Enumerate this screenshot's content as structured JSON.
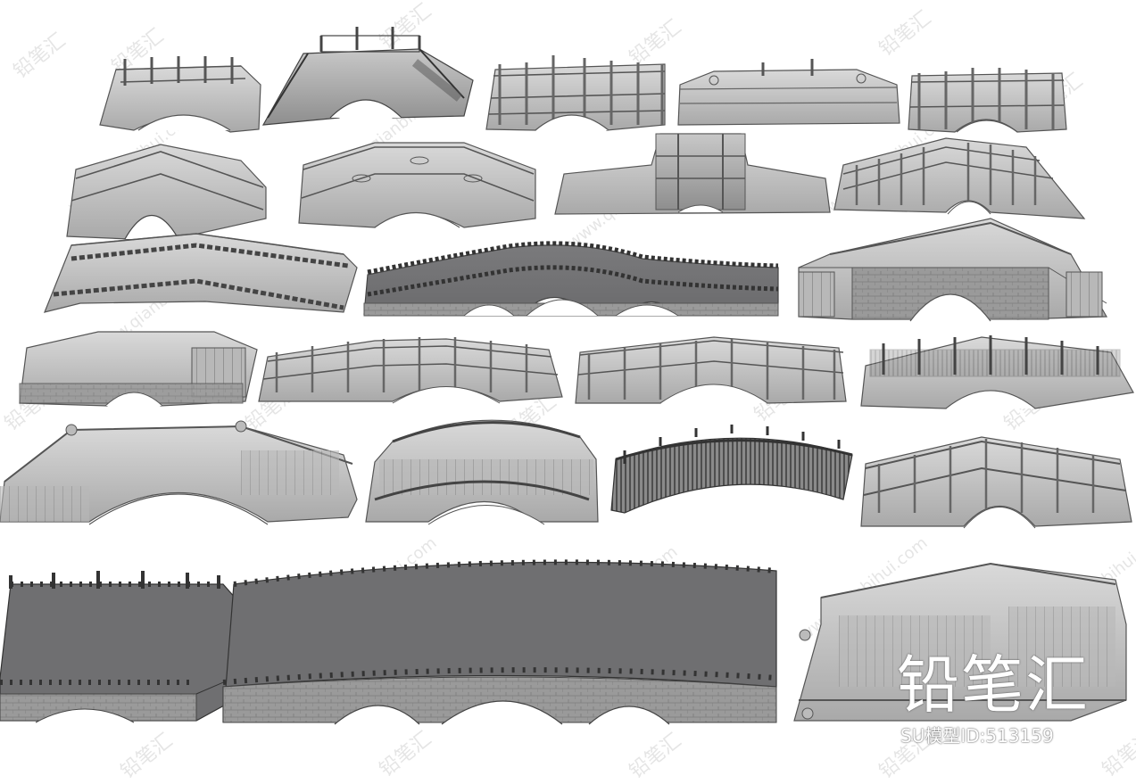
{
  "watermark": {
    "text": "铅笔汇",
    "url_text": "www.qianbihui.com"
  },
  "brand": {
    "title": "铅笔汇",
    "model_id": "SU模型ID:513159"
  },
  "bridges": [
    {
      "style": "stone-arch-balustrade"
    },
    {
      "style": "stepped-arch-lattice-rail"
    },
    {
      "style": "post-rail-arch"
    },
    {
      "style": "flat-low-arch"
    },
    {
      "style": "post-rail-arch"
    },
    {
      "style": "stone-arch-tall"
    },
    {
      "style": "carved-panel-arch"
    },
    {
      "style": "pavilion-deck"
    },
    {
      "style": "ornate-long-arch"
    },
    {
      "style": "ornate-curved-railing"
    },
    {
      "style": "wavy-multi-arch"
    },
    {
      "style": "stepped-stone-arch"
    },
    {
      "style": "plain-stone-arch"
    },
    {
      "style": "stepped-post-rail"
    },
    {
      "style": "post-rail-arch"
    },
    {
      "style": "timber-deck-arch"
    },
    {
      "style": "wide-stepped-arch"
    },
    {
      "style": "curved-moon-bridge"
    },
    {
      "style": "timber-slat-arch"
    },
    {
      "style": "double-rail-arch"
    },
    {
      "style": "flat-block-bridge"
    },
    {
      "style": "triple-arch-deck"
    },
    {
      "style": "stepped-stone-arch"
    }
  ]
}
